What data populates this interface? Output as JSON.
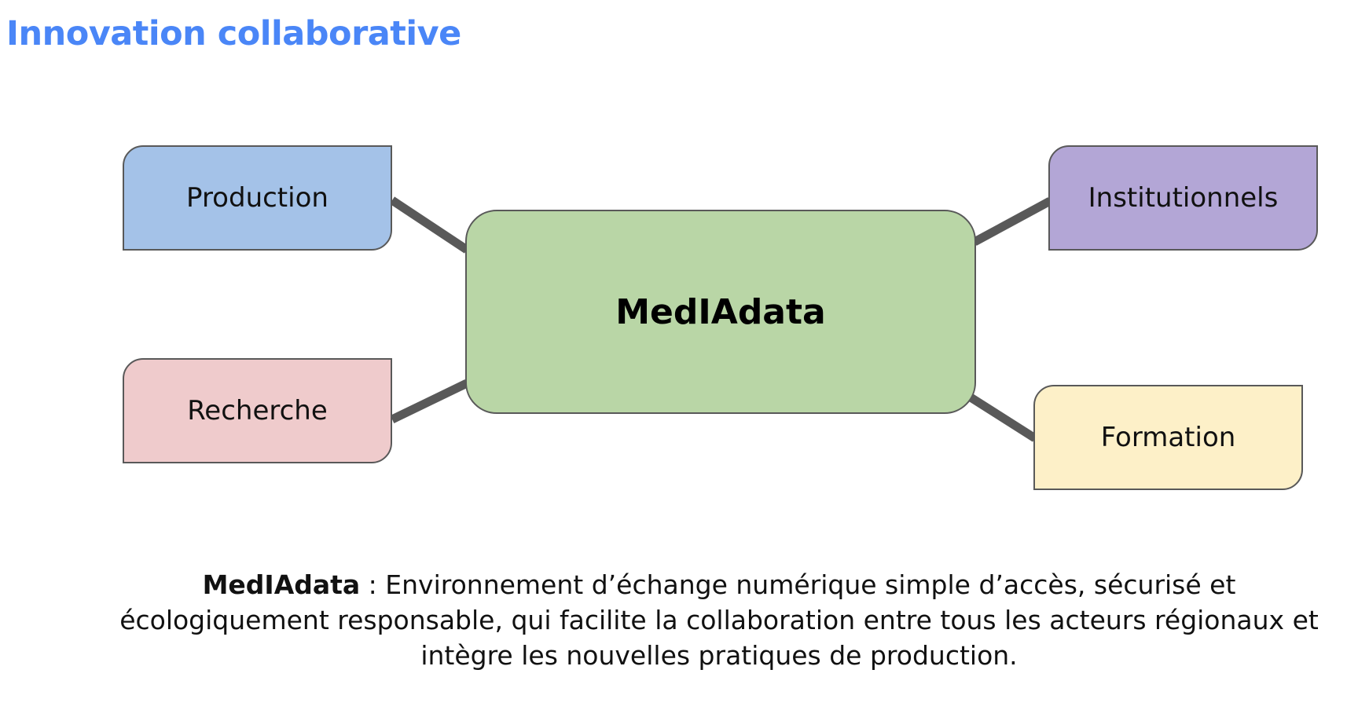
{
  "title": "Innovation collaborative",
  "diagram": {
    "center": "MedIAdata",
    "nodes": {
      "production": "Production",
      "recherche": "Recherche",
      "institutionnels": "Institutionnels",
      "formation": "Formation"
    },
    "colors": {
      "production": "#a4c2e8",
      "recherche": "#efcbcc",
      "institutionnels": "#b3a6d6",
      "formation": "#fdf0c8",
      "center": "#b9d6a6",
      "connector": "#595959"
    }
  },
  "description": {
    "term": "MedIAdata",
    "text": " : Environnement d’échange numérique simple d’accès, sécurisé et écologiquement responsable, qui facilite la collaboration entre tous les acteurs régionaux et intègre les nouvelles pratiques de production."
  }
}
